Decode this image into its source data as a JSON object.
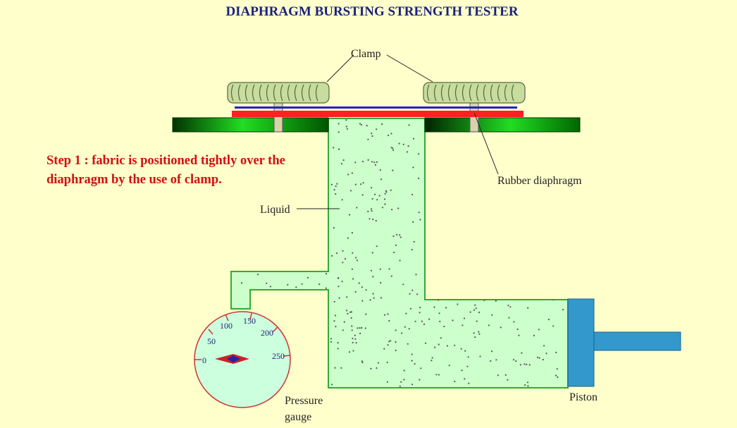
{
  "title": "DIAPHRAGM BURSTING STRENGTH TESTER",
  "step_text": "Step 1 : fabric is positioned tightly over the diaphragm by the use of clamp.",
  "labels": {
    "clamp": "Clamp",
    "rubber_diaphragm": "Rubber diaphragm",
    "liquid": "Liquid",
    "pressure_gauge_line1": "Pressure",
    "pressure_gauge_line2": "gauge",
    "piston": "Piston"
  },
  "gauge_scale": [
    "0",
    "50",
    "100",
    "150",
    "200",
    "250"
  ],
  "colors": {
    "background": "#ffffcc",
    "title": "#1a237e",
    "step": "#d01010",
    "liquid": "#ccffcc",
    "pipe_outline": "#33aa33",
    "fabric": "#2222cc",
    "diaphragm": "#ff2020",
    "piston": "#3399cc",
    "gauge_face": "#ccffdd",
    "gauge_rim": "#cc3333"
  }
}
